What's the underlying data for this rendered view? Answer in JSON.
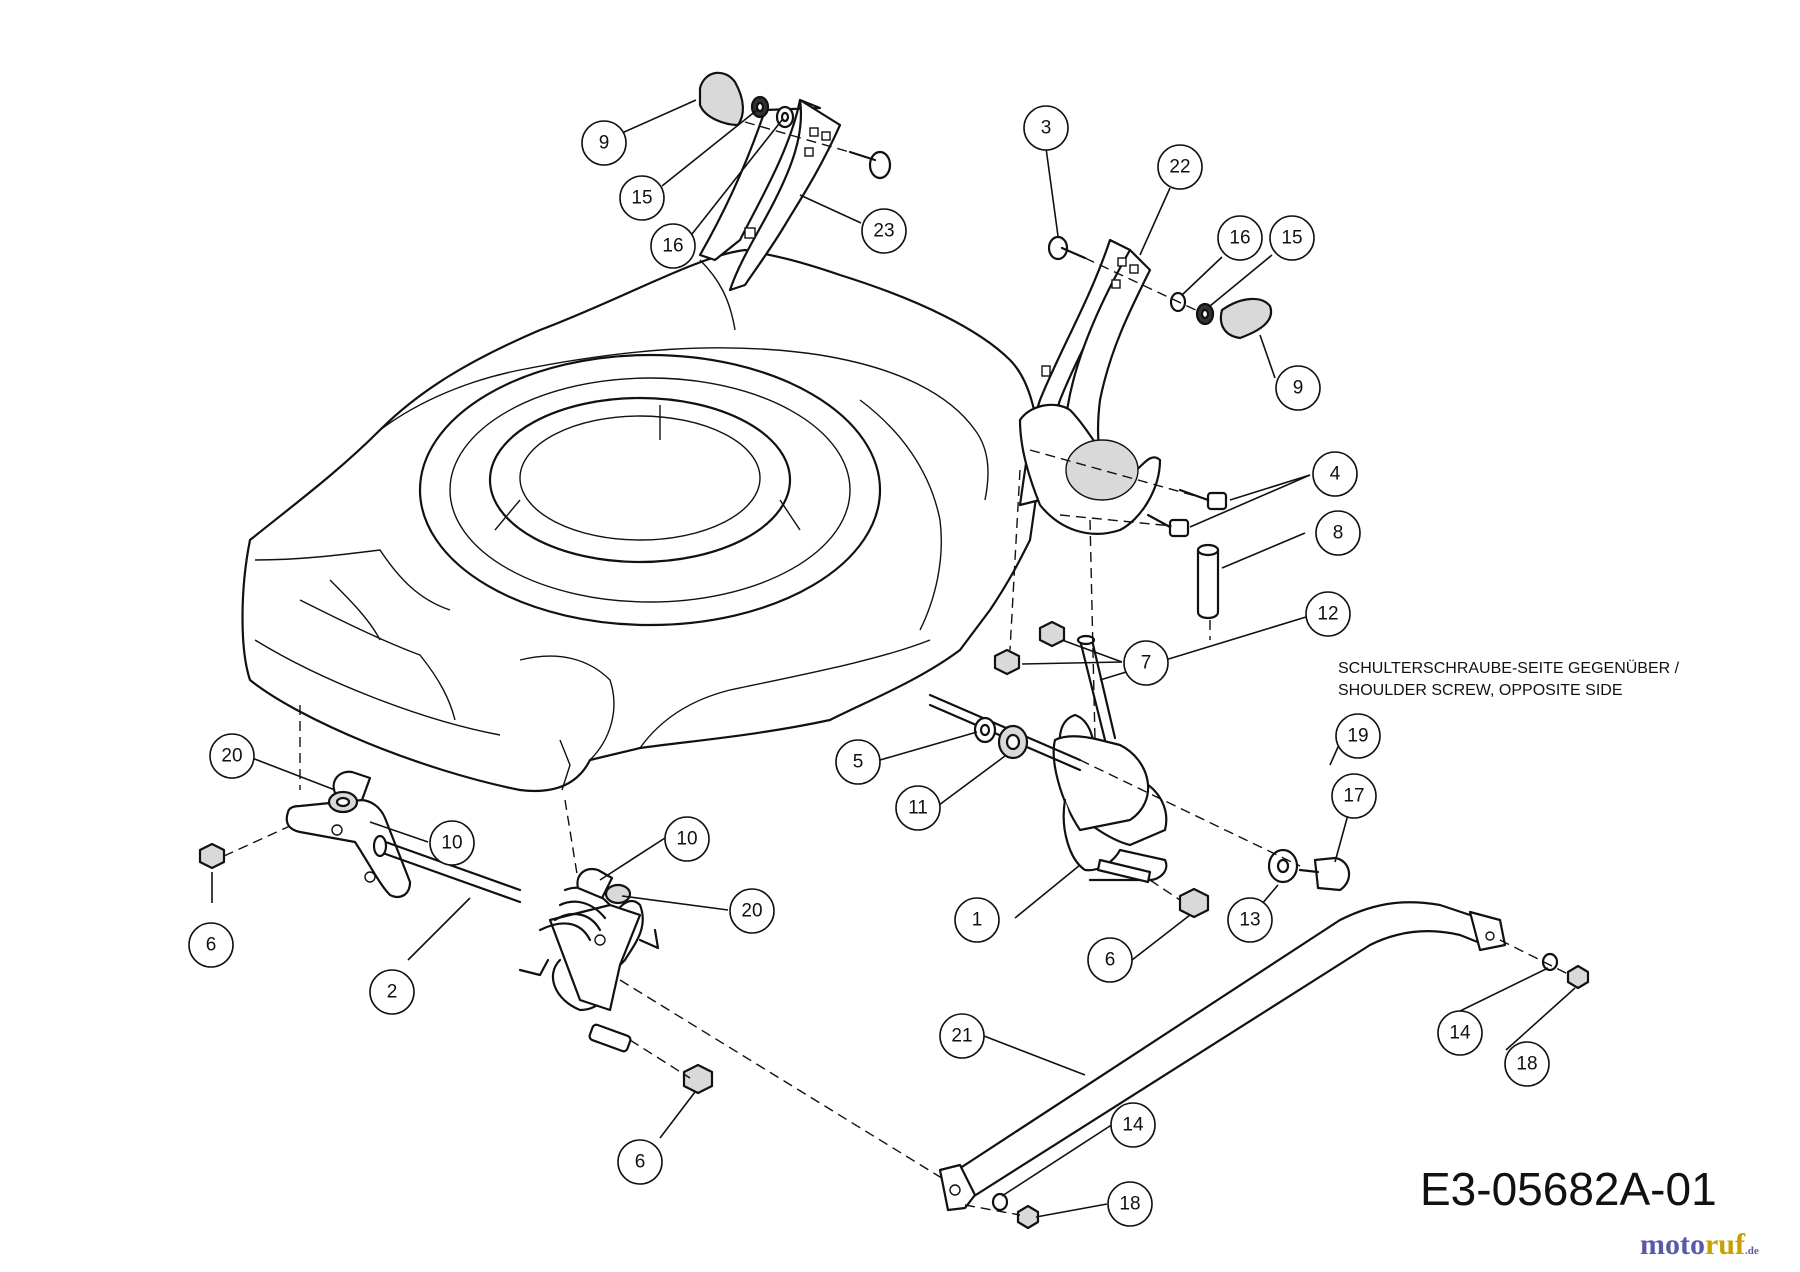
{
  "callouts": [
    {
      "label": "9"
    },
    {
      "label": "15"
    },
    {
      "label": "16"
    },
    {
      "label": "23"
    },
    {
      "label": "3"
    },
    {
      "label": "22"
    },
    {
      "label": "16"
    },
    {
      "label": "15"
    },
    {
      "label": "9"
    },
    {
      "label": "4"
    },
    {
      "label": "8"
    },
    {
      "label": "12"
    },
    {
      "label": "7"
    },
    {
      "label": "19"
    },
    {
      "label": "20"
    },
    {
      "label": "10"
    },
    {
      "label": "6"
    },
    {
      "label": "2"
    },
    {
      "label": "10"
    },
    {
      "label": "20"
    },
    {
      "label": "5"
    },
    {
      "label": "11"
    },
    {
      "label": "1"
    },
    {
      "label": "6"
    },
    {
      "label": "13"
    },
    {
      "label": "17"
    },
    {
      "label": "14"
    },
    {
      "label": "18"
    },
    {
      "label": "21"
    },
    {
      "label": "14"
    },
    {
      "label": "18"
    },
    {
      "label": "6"
    }
  ],
  "note": {
    "line1": "SCHULTERSCHRAUBE-SEITE GEGENÜBER /",
    "line2": "SHOULDER SCREW, OPPOSITE SIDE"
  },
  "drawing_number": "E3-05682A-01",
  "watermark": {
    "part1": "moto",
    "part2": "ruf",
    "part3": ".de"
  },
  "colors": {
    "watermark_blue": "#5a5aa8",
    "watermark_gold": "#c8a000"
  }
}
